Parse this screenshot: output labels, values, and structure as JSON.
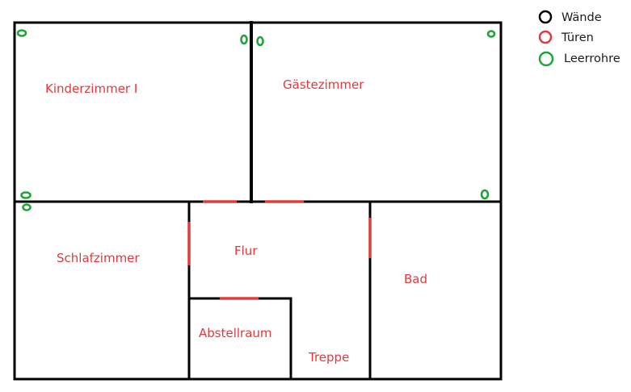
{
  "colors": {
    "wall": "#000000",
    "door": "#e03a3e",
    "conduit": "#22a33a",
    "room_label": "#e03a3e",
    "legend_text": "#1a1a1a",
    "background": "#ffffff"
  },
  "legend": [
    {
      "label": "Wände",
      "color": "#000000",
      "icon": "black-circle"
    },
    {
      "label": "Türen",
      "color": "#e03a3e",
      "icon": "red-circle"
    },
    {
      "label": "Leerrohre",
      "color": "#22a33a",
      "icon": "green-circle"
    }
  ],
  "rooms": {
    "kinderzimmer": "Kinderzimmer I",
    "gaestezimmer": "Gästezimmer",
    "schlafzimmer": "Schlafzimmer",
    "flur": "Flur",
    "bad": "Bad",
    "abstellraum": "Abstellraum",
    "treppe": "Treppe"
  }
}
